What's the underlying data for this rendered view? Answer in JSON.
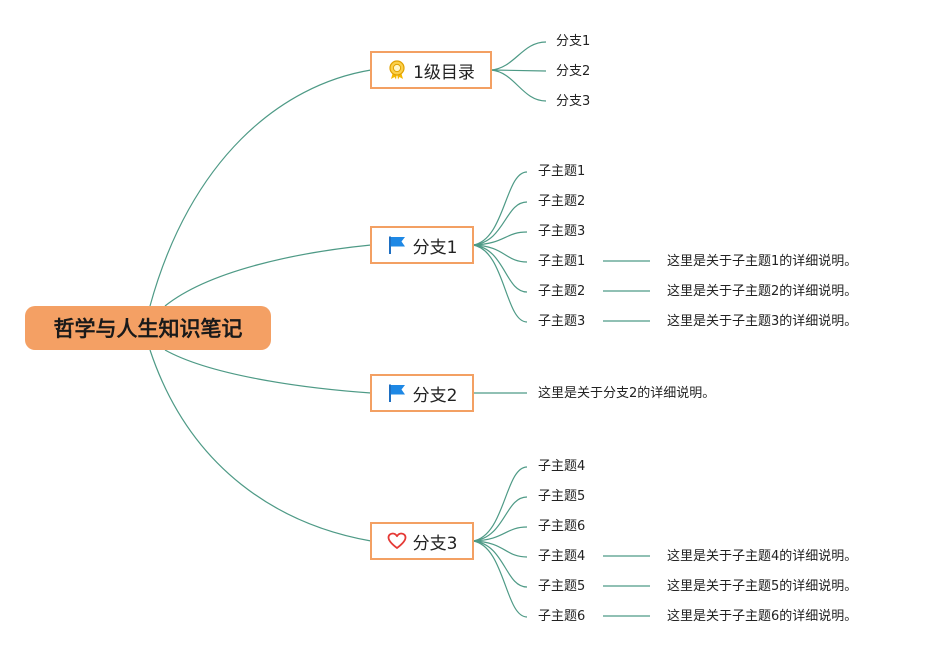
{
  "root": {
    "label": "哲学与人生知识笔记"
  },
  "branches": [
    {
      "label": "1级目录",
      "icon": "award-medal-icon",
      "children": [
        "分支1",
        "分支2",
        "分支3"
      ]
    },
    {
      "label": "分支1",
      "icon": "flag-icon",
      "children": [
        "子主题1",
        "子主题2",
        "子主题3",
        "子主题1",
        "子主题2",
        "子主题3"
      ],
      "details": [
        "这里是关于子主题1的详细说明。",
        "这里是关于子主题2的详细说明。",
        "这里是关于子主题3的详细说明。"
      ]
    },
    {
      "label": "分支2",
      "icon": "flag-icon",
      "note": "这里是关于分支2的详细说明。"
    },
    {
      "label": "分支3",
      "icon": "heart-icon",
      "children": [
        "子主题4",
        "子主题5",
        "子主题6",
        "子主题4",
        "子主题5",
        "子主题6"
      ],
      "details": [
        "这里是关于子主题4的详细说明。",
        "这里是关于子主题5的详细说明。",
        "这里是关于子主题6的详细说明。"
      ]
    }
  ],
  "colors": {
    "root_fill": "#f4a064",
    "branch_border": "#f3a063",
    "link": "#4e9a86",
    "flag": "#1e88e5",
    "heart": "#e53935",
    "medal": "#f5b800"
  }
}
